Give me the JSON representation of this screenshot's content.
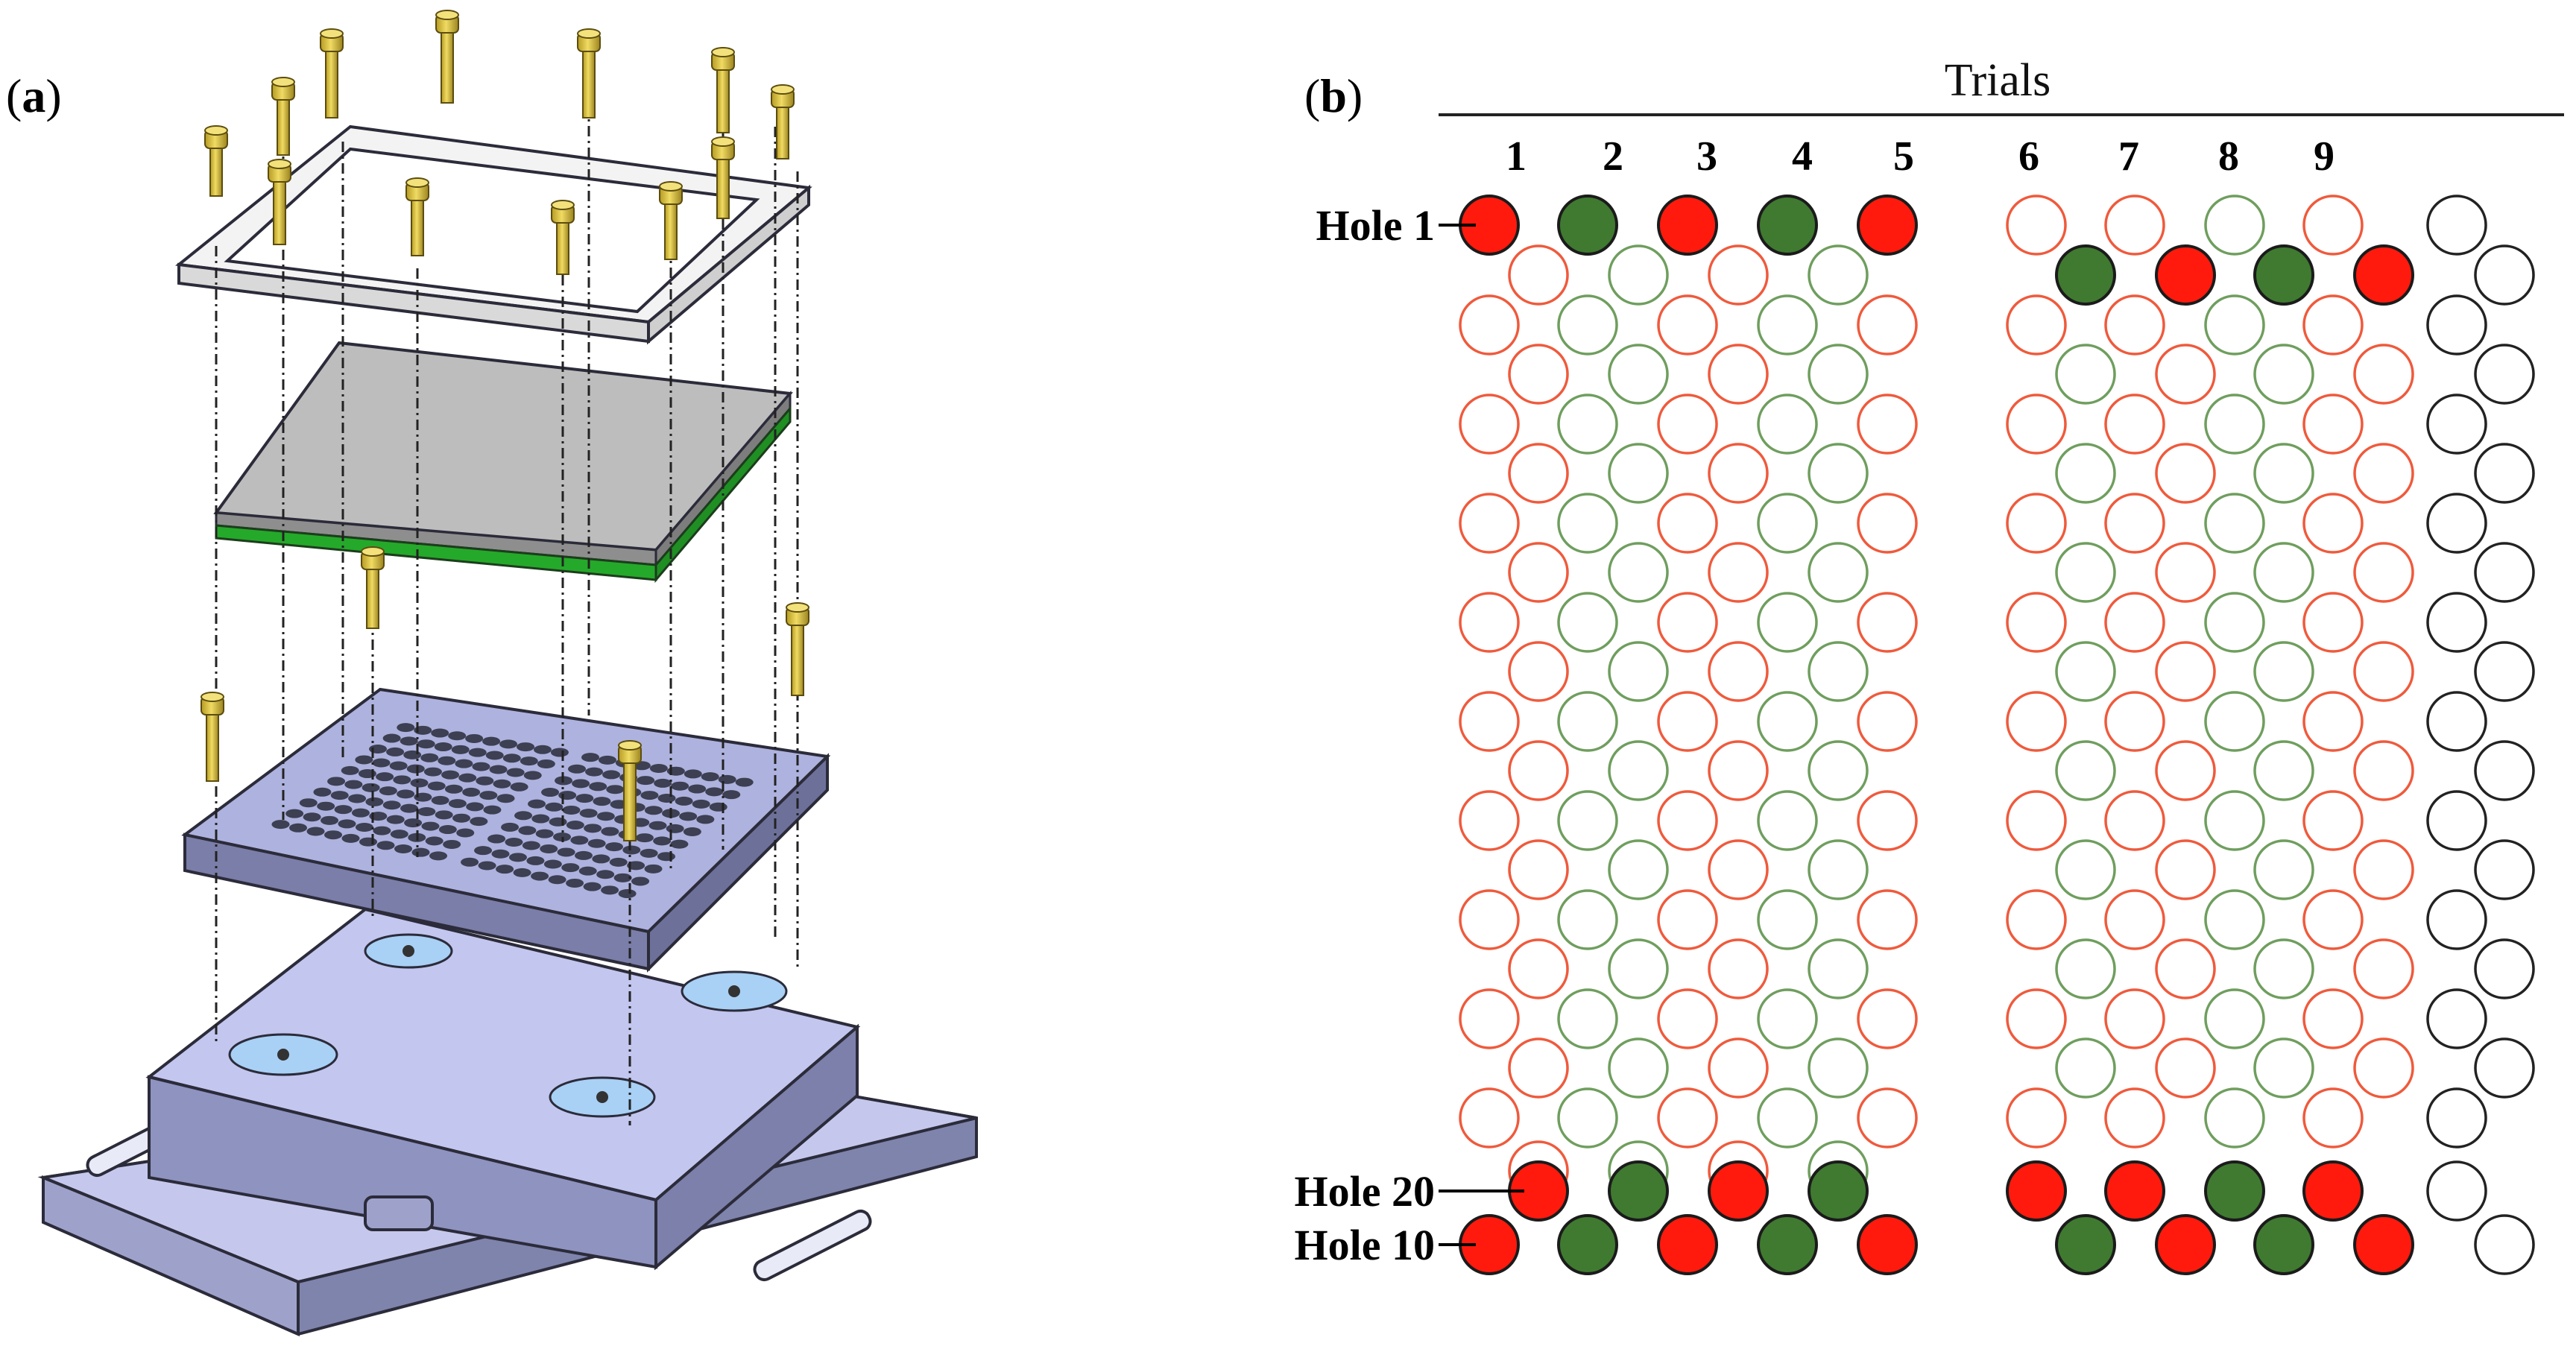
{
  "panel_a": {
    "label": "(a)",
    "label_letter": "a"
  },
  "panel_b": {
    "label": "(b)",
    "label_letter": "b",
    "header": "Trials",
    "trial_numbers": [
      "1",
      "2",
      "3",
      "4",
      "5",
      "6",
      "7",
      "8",
      "9"
    ],
    "hole_labels": {
      "hole_1": "Hole 1",
      "hole_20": "Hole 20",
      "hole_10": "Hole 10"
    },
    "colors": {
      "red_fill": "#ff1a0d",
      "green_fill": "#3f7a30",
      "red_outline": "#ef5a3c",
      "green_outline": "#6f9e5e",
      "black_outline": "#222222",
      "stroke_dark": "#1b1b1b"
    }
  },
  "colors": {
    "bracket_frame": "#f2f2f2",
    "gray_plate": "#a9a9a9",
    "green_pcb": "#25a92a",
    "perforated_plate": "#a6abd6",
    "base_block": "#b3b6e6",
    "magnet_pad": "#a9d0f5",
    "screw_gold": "#d8c244"
  }
}
